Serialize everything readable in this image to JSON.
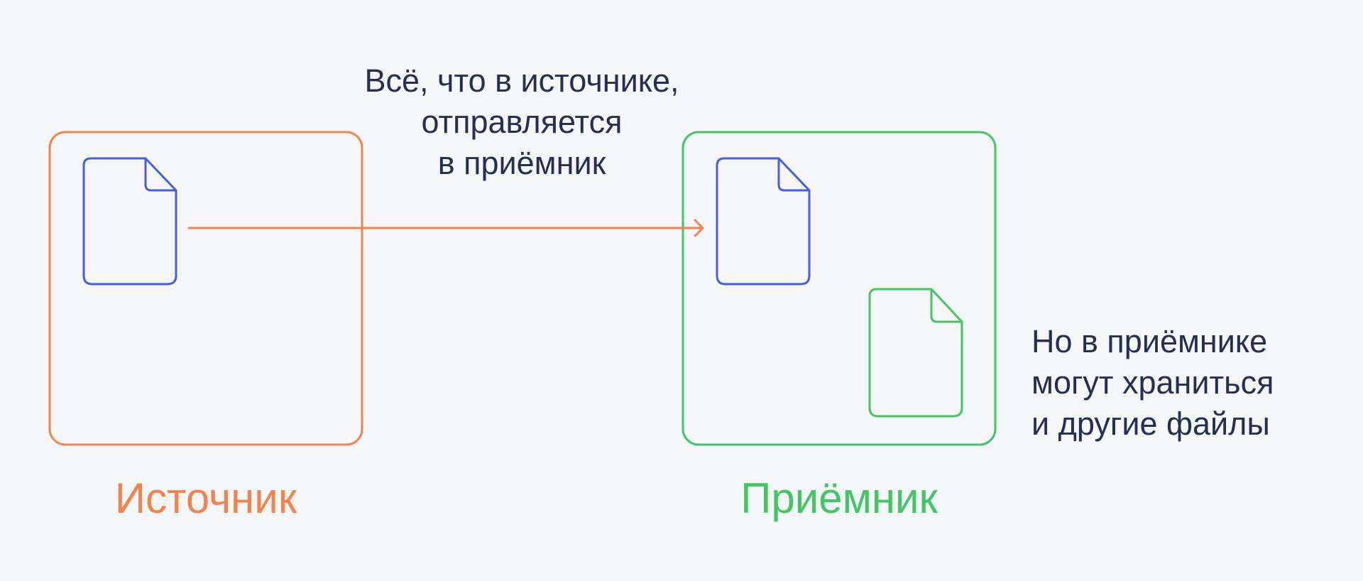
{
  "colors": {
    "background": "#f5f6f8",
    "source": "#f2834f",
    "receiver": "#43c465",
    "file_blue": "#4a5fd6",
    "text": "#253050"
  },
  "source": {
    "label": "Источник"
  },
  "receiver": {
    "label": "Приёмник"
  },
  "top_caption": {
    "lines": [
      "Всё, что в источнике,",
      "отправляется",
      "в приёмник"
    ]
  },
  "side_caption": {
    "lines": [
      "Но в приёмнике",
      "могут храниться",
      "и другие файлы"
    ]
  },
  "icons": {
    "file": "file-icon",
    "arrow": "arrow-right-icon"
  }
}
